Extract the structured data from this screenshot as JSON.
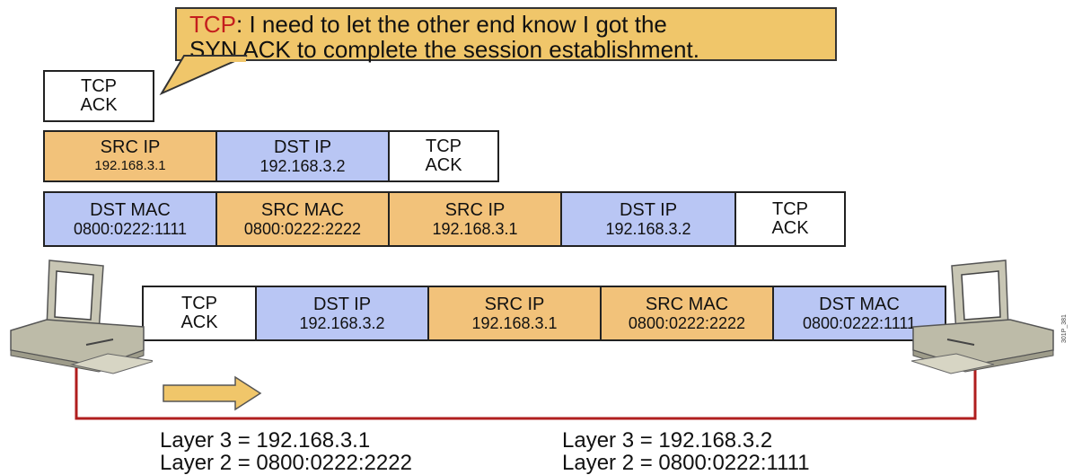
{
  "callout": {
    "protocol": "TCP",
    "line1_rest": ": I need to let the other end know I got the",
    "line2": "SYN ACK to complete the session establishment."
  },
  "row0": {
    "tcp_top": "TCP",
    "tcp_bottom": "ACK"
  },
  "row1": [
    {
      "title": "SRC IP",
      "value": "192.168.3.1"
    },
    {
      "title": "DST IP",
      "value": "192.168.3.2"
    },
    {
      "title": "TCP",
      "value": "ACK"
    }
  ],
  "row2": [
    {
      "title": "DST MAC",
      "value": "0800:0222:1111"
    },
    {
      "title": "SRC MAC",
      "value": "0800:0222:2222"
    },
    {
      "title": "SRC IP",
      "value": "192.168.3.1"
    },
    {
      "title": "DST IP",
      "value": "192.168.3.2"
    },
    {
      "title": "TCP",
      "value": "ACK"
    }
  ],
  "row3": [
    {
      "title": "TCP",
      "value": "ACK"
    },
    {
      "title": "DST IP",
      "value": "192.168.3.2"
    },
    {
      "title": "SRC IP",
      "value": "192.168.3.1"
    },
    {
      "title": "SRC MAC",
      "value": "0800:0222:2222"
    },
    {
      "title": "DST MAC",
      "value": "0800:0222:1111"
    }
  ],
  "left_host": {
    "layer3": "Layer 3 = 192.168.3.1",
    "layer2": "Layer 2 = 0800:0222:2222"
  },
  "right_host": {
    "layer3": "Layer 3 = 192.168.3.2",
    "layer2": "Layer 2 = 0800:0222:1111"
  },
  "figure_id": "301P_381",
  "colors": {
    "orange": "#f2c27a",
    "blue": "#b9c6f4",
    "link": "#b01e1e",
    "callout": "#f0c66a"
  }
}
